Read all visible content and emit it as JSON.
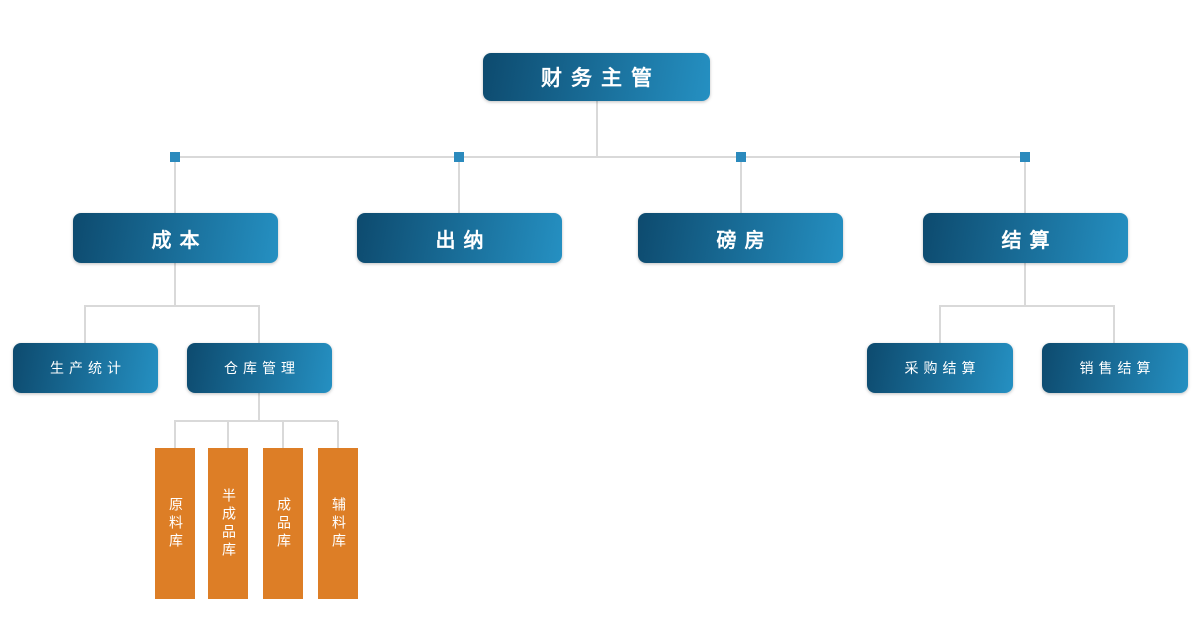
{
  "org_chart": {
    "type": "org-chart",
    "nodes": {
      "root": "财务主管",
      "level2": [
        "成本",
        "出纳",
        "磅房",
        "结算"
      ],
      "cost_children": [
        "生产统计",
        "仓库管理"
      ],
      "warehouse_children": [
        "原料库",
        "半成品库",
        "成品库",
        "辅料库"
      ],
      "settlement_children": [
        "采购结算",
        "销售结算"
      ]
    },
    "hierarchy_note": "root > level2; 成本 > 生产统计/仓库管理; 仓库管理 > 原料库/半成品库/成品库/辅料库; 结算 > 采购结算/销售结算"
  },
  "colors": {
    "node_grad_start": "#0d4a6e",
    "node_grad_end": "#2590c2",
    "orange_color": "#dd7e26",
    "connector_color": "#d9d9d9",
    "marker_color": "#2b8abd",
    "node_text_color": "#ffffff"
  }
}
